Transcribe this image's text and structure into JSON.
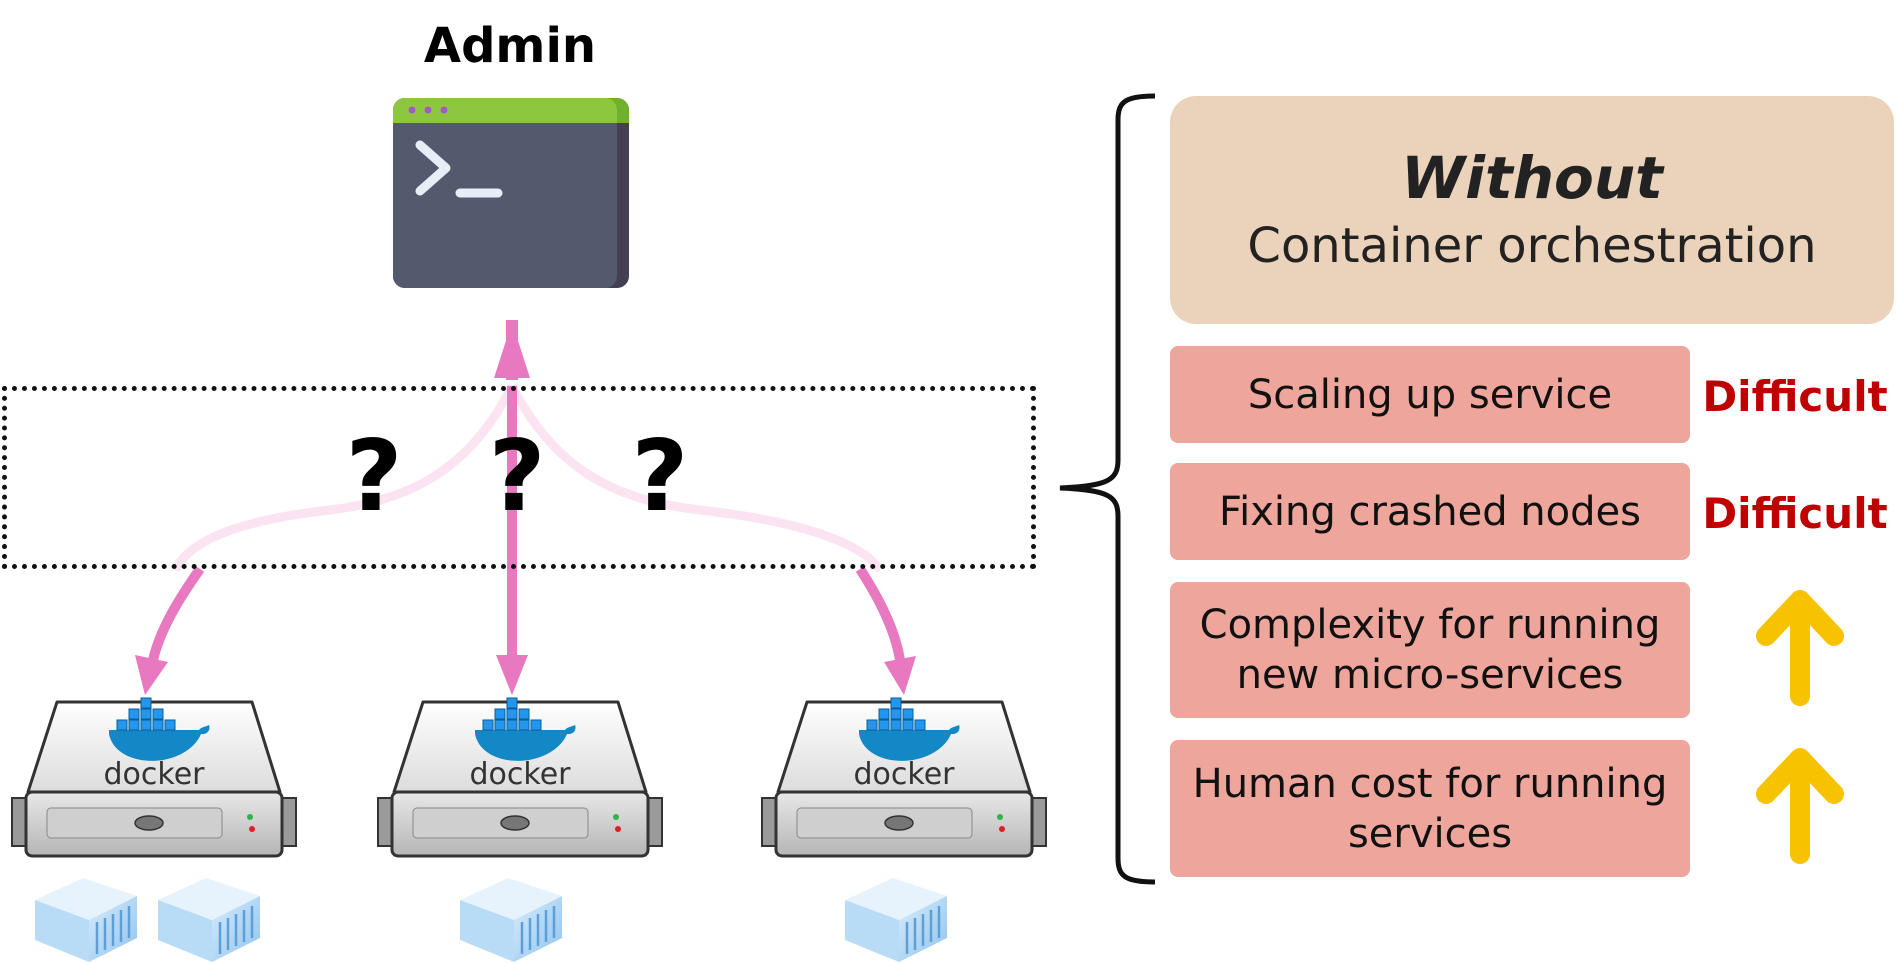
{
  "admin": {
    "title": "Admin"
  },
  "question_marks": "? ? ?",
  "servers": [
    {
      "label": "docker"
    },
    {
      "label": "docker"
    },
    {
      "label": "docker"
    }
  ],
  "header": {
    "emphasis": "Without",
    "subtitle": "Container orchestration"
  },
  "rows": [
    {
      "label": "Scaling up service",
      "status": "Difficult",
      "status_icon": ""
    },
    {
      "label": "Fixing crashed nodes",
      "status": "Difficult",
      "status_icon": ""
    },
    {
      "label": "Complexity for running new micro-services",
      "status": "",
      "status_icon": "up-arrow-icon"
    },
    {
      "label": "Human cost for running services",
      "status": "",
      "status_icon": "up-arrow-icon"
    }
  ],
  "colors": {
    "arrow": "#e878c0",
    "header_bg": "#ebd3bb",
    "row_bg": "#eea59c",
    "status_text": "#c00000",
    "up_arrow": "#f7c200",
    "terminal_bar": "#8dc63f",
    "terminal_body": "#545a6e"
  }
}
